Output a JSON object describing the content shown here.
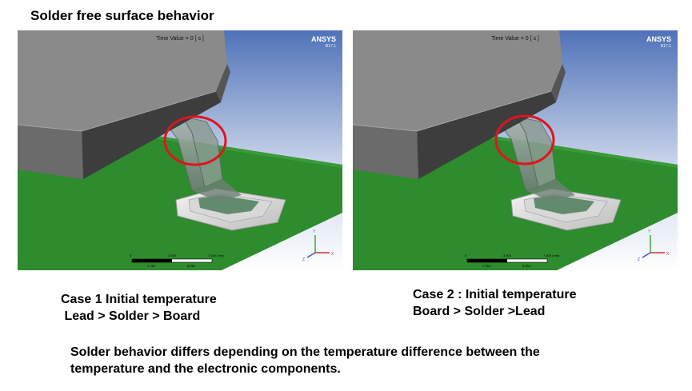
{
  "slide": {
    "title": "Solder free surface behavior",
    "note_line1": "Solder behavior differs depending on the temperature difference between the",
    "note_line2": "temperature and the electronic components."
  },
  "panels": [
    {
      "time_label": "Time Value = 0 [ s ]",
      "brand": "ANSYS",
      "version": "R17.1",
      "scale_top": [
        "0",
        "3.500",
        "7.000 (mm)"
      ],
      "scale_bottom": [
        "1.750",
        "5.250"
      ],
      "axis_labels": [
        "Y",
        "X",
        "Z"
      ],
      "caption_line1": "Case 1 Initial temperature",
      "caption_line2": " Lead > Solder > Board"
    },
    {
      "time_label": "Time Value = 0 [ s ]",
      "brand": "ANSYS",
      "version": "R17.1",
      "scale_top": [
        "0",
        "3.500",
        "7.000 (mm)"
      ],
      "scale_bottom": [
        "1.750",
        "5.250"
      ],
      "axis_labels": [
        "Y",
        "X",
        "Z"
      ],
      "caption_line1": "Case 2 : Initial temperature",
      "caption_line2": "Board > Solder >Lead"
    }
  ],
  "colors": {
    "board": "#2e8b2e",
    "body": "#7a7a7a",
    "highlight_circle": "#e0141e",
    "sky_top": "#4f72b8",
    "sky_bottom": "#ffffff"
  },
  "icons": [
    "ansys-logo",
    "xyz-triad-icon",
    "scale-bar"
  ]
}
